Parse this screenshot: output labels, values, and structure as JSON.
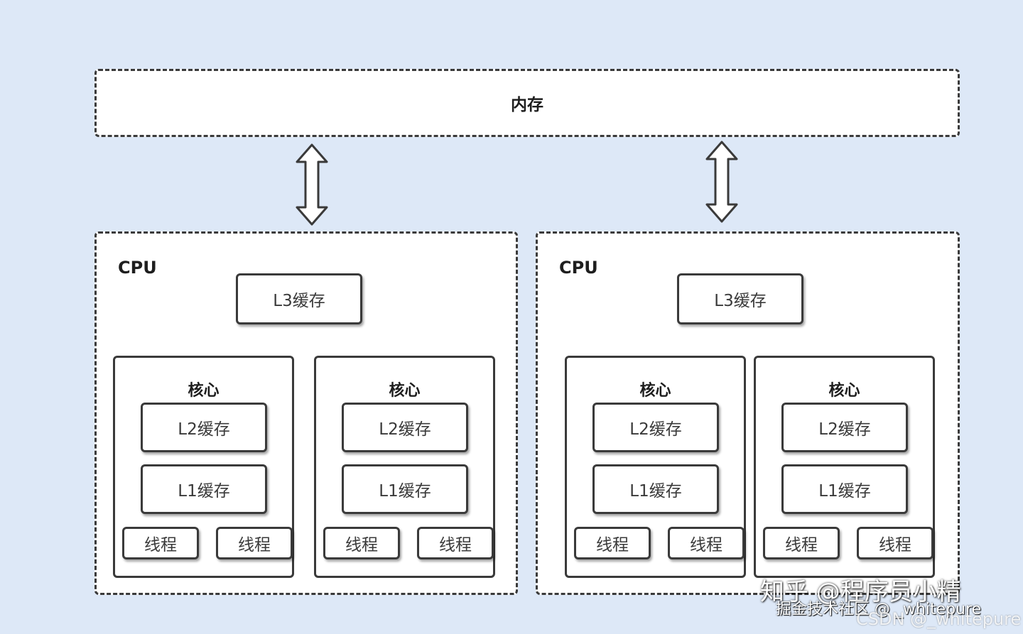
{
  "memory": {
    "label": "内存"
  },
  "cpus": [
    {
      "label": "CPU",
      "l3": "L3缓存",
      "cores": [
        {
          "label": "核心",
          "l2": "L2缓存",
          "l1": "L1缓存",
          "threads": [
            "线程",
            "线程"
          ]
        },
        {
          "label": "核心",
          "l2": "L2缓存",
          "l1": "L1缓存",
          "threads": [
            "线程",
            "线程"
          ]
        }
      ]
    },
    {
      "label": "CPU",
      "l3": "L3缓存",
      "cores": [
        {
          "label": "核心",
          "l2": "L2缓存",
          "l1": "L1缓存",
          "threads": [
            "线程",
            "线程"
          ]
        },
        {
          "label": "核心",
          "l2": "L2缓存",
          "l1": "L1缓存",
          "threads": [
            "线程",
            "线程"
          ]
        }
      ]
    }
  ],
  "watermarks": {
    "zhihu": "知乎 @程序员小精",
    "juejin": "掘金技术社区 @ _whitepure",
    "csdn": "CSDN @_whitepure"
  }
}
